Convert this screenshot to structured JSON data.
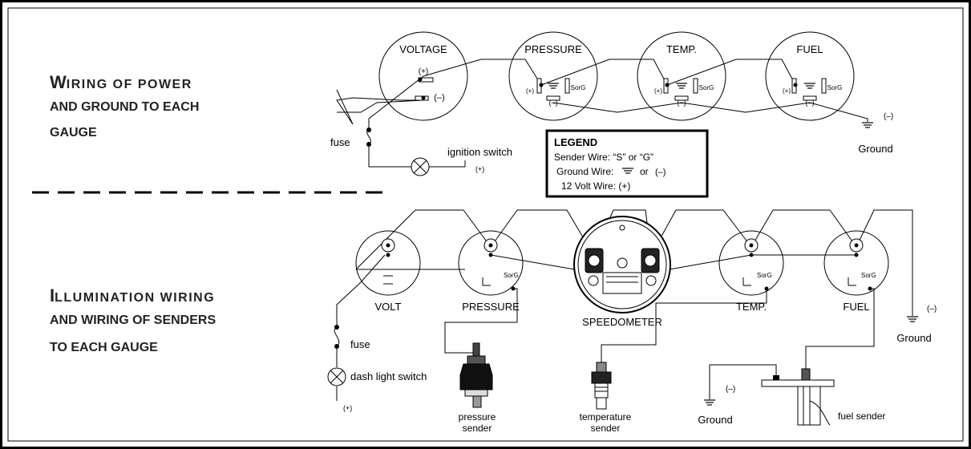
{
  "top_section": {
    "title_line1_cap": "W",
    "title_line1_rest": "IRING OF POWER",
    "title_line2": "AND GROUND TO EACH",
    "title_line3": "GAUGE",
    "gauges": [
      "VOLTAGE",
      "PRESSURE",
      "TEMP.",
      "FUEL"
    ],
    "plus": "(+)",
    "minus": "(–)",
    "sorg": "SorG",
    "fuse": "fuse",
    "ignition_switch": "ignition switch",
    "ignition_plus": "(+)",
    "ground_minus": "(–)",
    "ground": "Ground"
  },
  "legend": {
    "title": "LEGEND",
    "sender_line": "Sender Wire:  “S” or “G”",
    "ground_label": "Ground Wire:",
    "ground_or": "or",
    "ground_minus": "(–)",
    "volt_line": "12 Volt Wire:  (+)"
  },
  "bottom_section": {
    "title_line1_cap": "I",
    "title_line1_rest": "LLUMINATION WIRING",
    "title_line2": "AND WIRING OF SENDERS",
    "title_line3": "TO EACH GAUGE",
    "gauges": [
      "VOLT",
      "PRESSURE",
      "TEMP.",
      "FUEL"
    ],
    "speedometer": "SPEEDOMETER",
    "sorg": "SorG",
    "fuse": "fuse",
    "dash_light_switch": "dash light switch",
    "dash_plus": "(+)",
    "ground_right_minus": "(–)",
    "ground_right": "Ground",
    "ground_mid_minus": "(–)",
    "ground_mid": "Ground",
    "pressure_sender_1": "pressure",
    "pressure_sender_2": "sender",
    "temperature_sender_1": "temperature",
    "temperature_sender_2": "sender",
    "fuel_sender": "fuel sender"
  }
}
